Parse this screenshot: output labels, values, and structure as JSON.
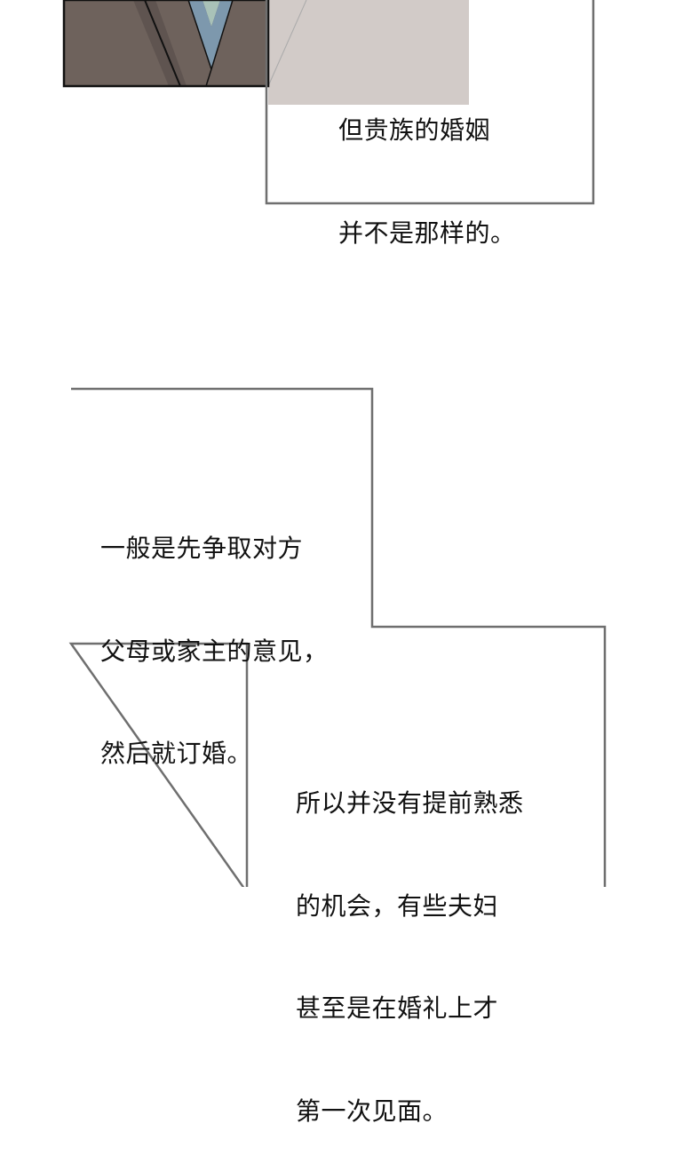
{
  "panel_top": {
    "caption_lines": [
      "但贵族的婚姻",
      "并不是那样的。"
    ]
  },
  "panel_middle": {
    "caption_lines": [
      "一般是先争取对方",
      "父母或家主的意见，",
      "然后就订婚。"
    ]
  },
  "panel_bottom": {
    "caption_lines": [
      "所以并没有提前熟悉",
      "的机会，有些夫妇",
      "甚至是在婚礼上才",
      "第一次见面。"
    ]
  },
  "colors": {
    "border": "#6f6f6f",
    "coat": "#6e625c",
    "shirt": "#7d98ad",
    "background_figure": "#d2cbc8"
  }
}
